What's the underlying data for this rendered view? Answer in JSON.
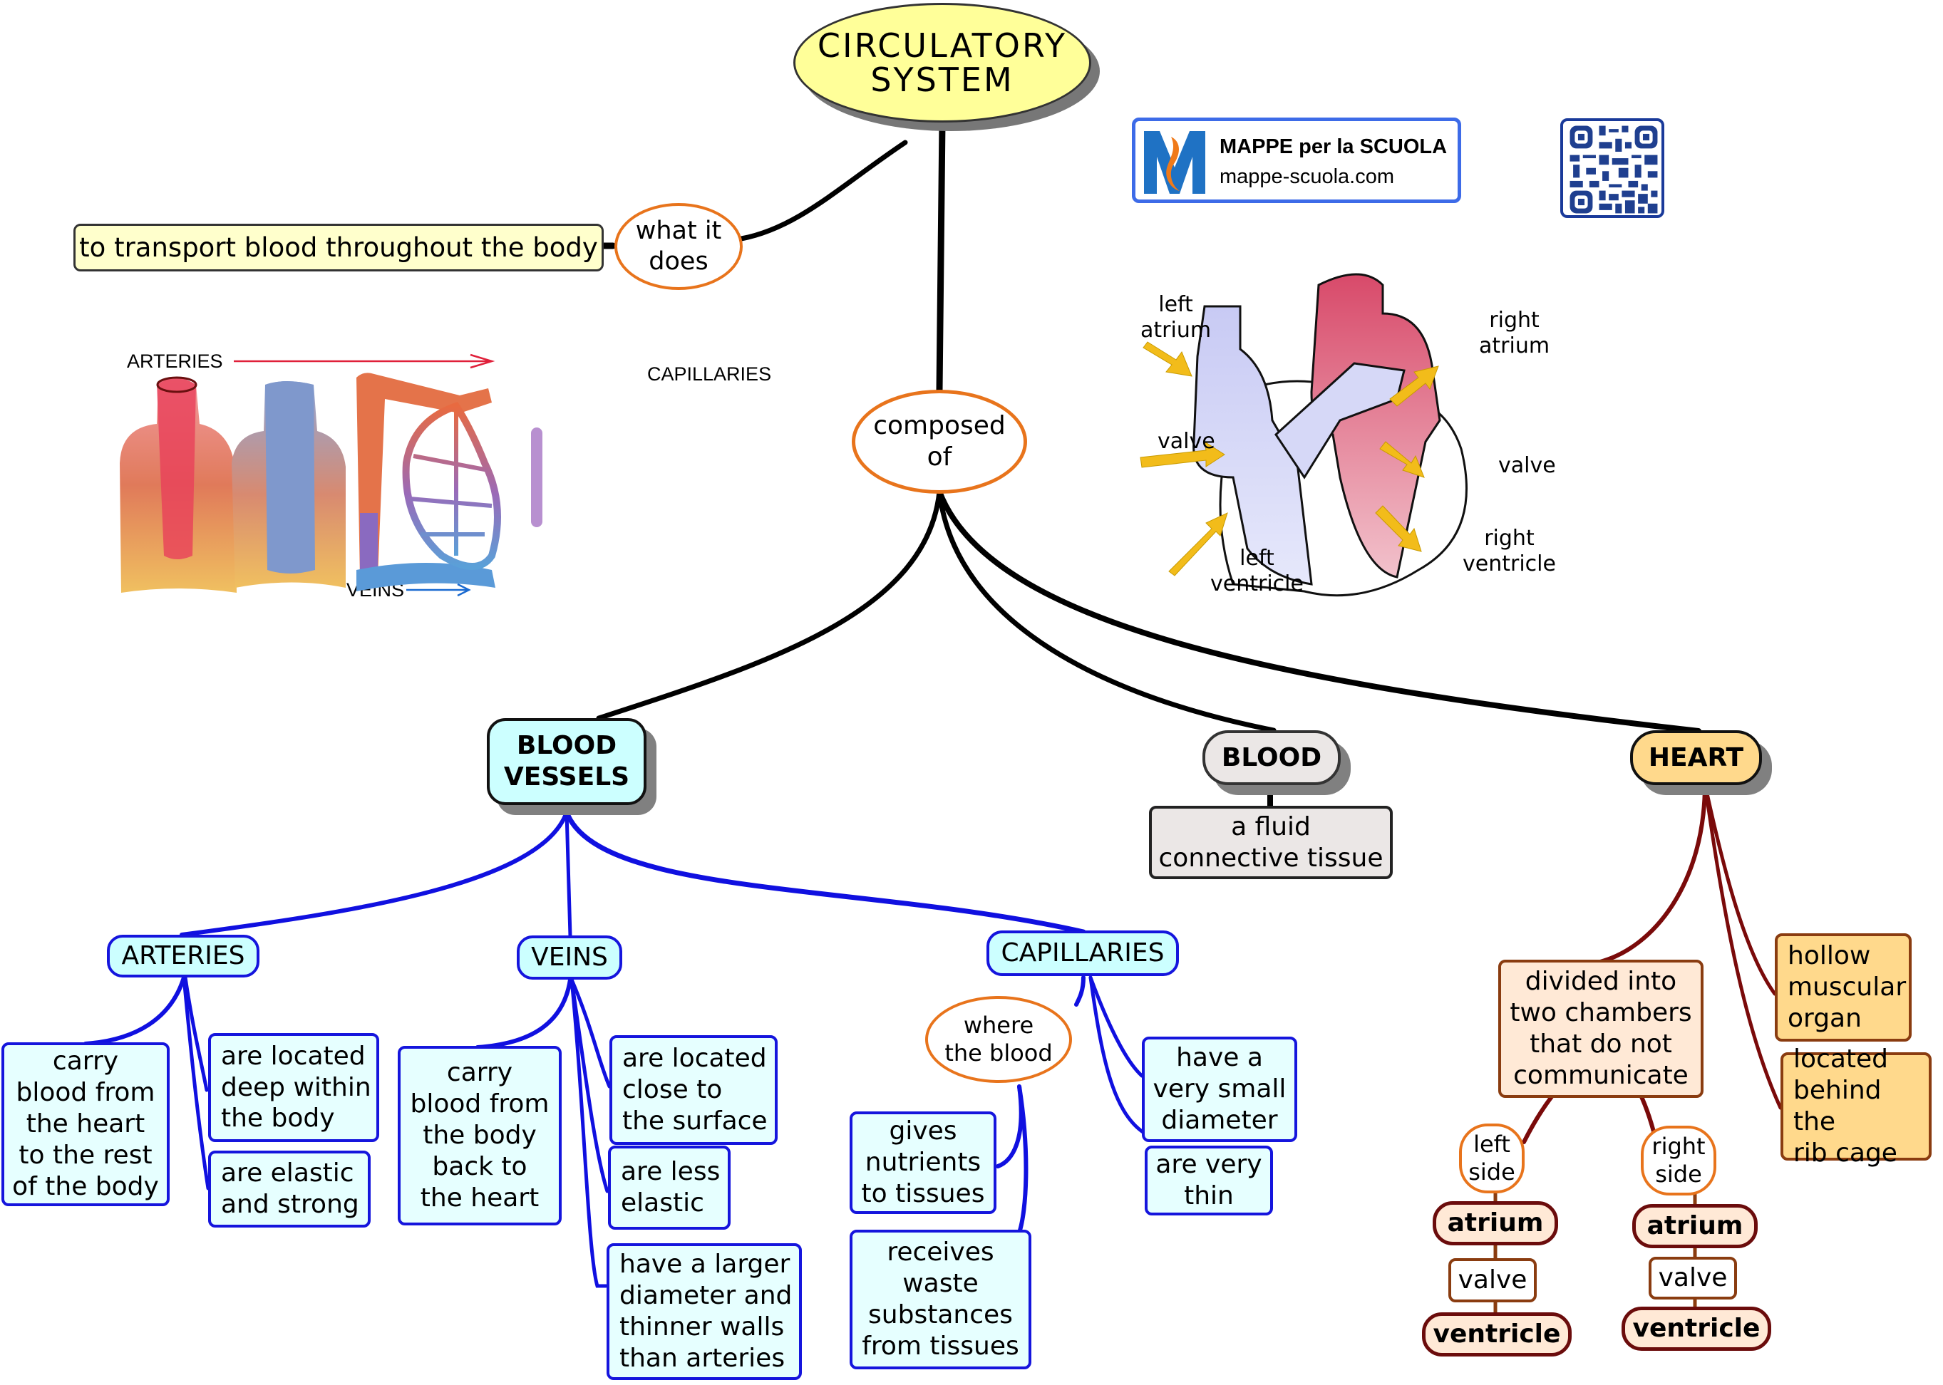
{
  "title": "CIRCULATORY\nSYSTEM",
  "what_it_does": {
    "connector": "what it\ndoes",
    "answer": "to transport blood throughout the body"
  },
  "composed_of": "composed\nof",
  "logo": {
    "brand": "MAPPE per la SCUOLA",
    "site": "mappe-scuola.com",
    "mark": "M",
    "colors": {
      "blue": "#1f72c4",
      "orange": "#f07a1a",
      "border": "#3d6be8"
    }
  },
  "qr_code": {
    "label": "qr-code"
  },
  "vessels_image": {
    "labels": {
      "arteries": "ARTERIES",
      "veins": "VEINS",
      "capillaries": "CAPILLARIES"
    }
  },
  "heart_image": {
    "labels": {
      "left_atrium": "left\natrium",
      "right_atrium": "right\natrium",
      "valve_left": "valve",
      "valve_right": "valve",
      "left_ventricle": "left\nventricle",
      "right_ventricle": "right\nventricle"
    }
  },
  "blood_vessels": {
    "label": "BLOOD\nVESSELS",
    "arteries": {
      "label": "ARTERIES",
      "facts": [
        "carry\nblood from\nthe heart\nto the rest\nof the body",
        "are located\ndeep within\nthe body",
        "are elastic\nand strong"
      ]
    },
    "veins": {
      "label": "VEINS",
      "facts": [
        "carry\nblood from\nthe body\nback to\nthe heart",
        "are located\nclose to\nthe surface",
        "are less\nelastic",
        "have a larger\ndiameter and\nthinner walls\nthan arteries"
      ]
    },
    "capillaries": {
      "label": "CAPILLARIES",
      "connector": "where\nthe blood",
      "functions": [
        "gives\nnutrients\nto tissues",
        "receives\nwaste\nsubstances\nfrom tissues"
      ],
      "facts": [
        "have a\nvery small\ndiameter",
        "are very\nthin"
      ]
    }
  },
  "blood": {
    "label": "BLOOD",
    "definition": "a fluid\nconnective tissue"
  },
  "heart": {
    "label": "HEART",
    "chambers": "divided into\ntwo chambers\nthat do not\ncommunicate",
    "facts": [
      "hollow\nmuscular\norgan",
      "located\nbehind the\nrib cage"
    ],
    "left_side": {
      "label": "left\nside",
      "atrium": "atrium",
      "valve": "valve",
      "ventricle": "ventricle"
    },
    "right_side": {
      "label": "right\nside",
      "atrium": "atrium",
      "valve": "valve",
      "ventricle": "ventricle"
    }
  },
  "colors": {
    "main_link": "#000000",
    "vessel_link": "#1010e0",
    "heart_link": "#7a0a0a",
    "title_fill": "#ffff99",
    "connector_border": "#e8741c"
  }
}
